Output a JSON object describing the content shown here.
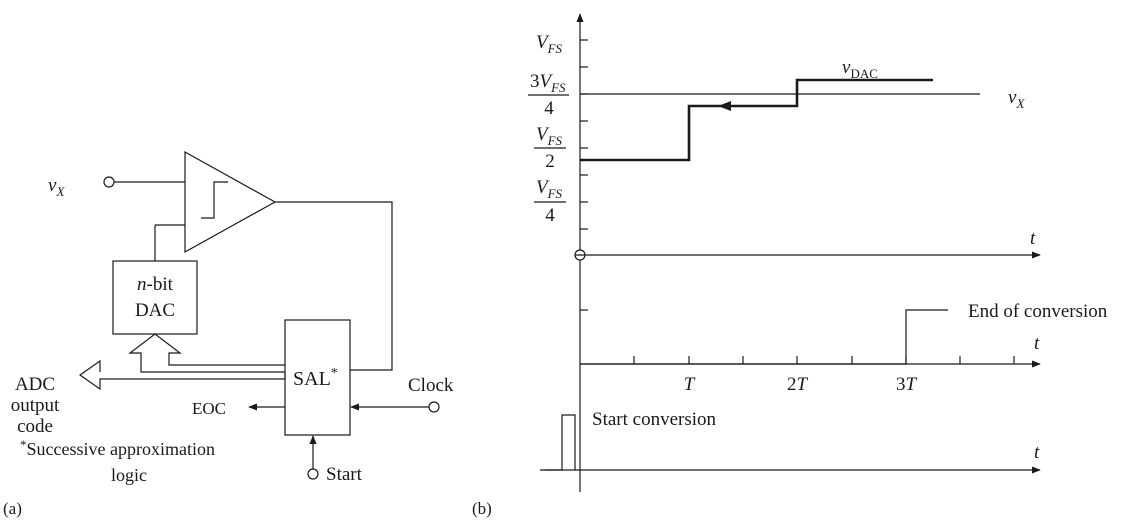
{
  "panel_a": {
    "panel_label": "(a)",
    "input": {
      "base": "v",
      "sub": "X"
    },
    "dac": {
      "line1_n": "n",
      "line1_rest": "-bit",
      "line2": "DAC"
    },
    "sal": {
      "label": "SAL",
      "star": "*"
    },
    "adc_output": [
      "ADC",
      "output",
      "code"
    ],
    "eoc": "EOC",
    "clock": "Clock",
    "start": "Start",
    "footnote": {
      "star": "*",
      "line1": "Successive approximation",
      "line2": "logic"
    }
  },
  "panel_b": {
    "panel_label": "(b)",
    "y_labels": {
      "vfs": {
        "base": "V",
        "sub": "FS"
      },
      "three_quarter": {
        "coef": "3",
        "base": "V",
        "sub": "FS",
        "den": "4"
      },
      "half": {
        "base": "V",
        "sub": "FS",
        "den": "2"
      },
      "quarter": {
        "base": "V",
        "sub": "FS",
        "den": "4"
      }
    },
    "vdac": {
      "base": "v",
      "sub": "DAC"
    },
    "vx": {
      "base": "v",
      "sub": "X"
    },
    "t_axis": "t",
    "eoc_label": "End of conversion",
    "start_label": "Start conversion",
    "x_ticks": [
      {
        "label": "T",
        "coef": ""
      },
      {
        "label": "T",
        "coef": "2"
      },
      {
        "label": "T",
        "coef": "3"
      }
    ]
  }
}
